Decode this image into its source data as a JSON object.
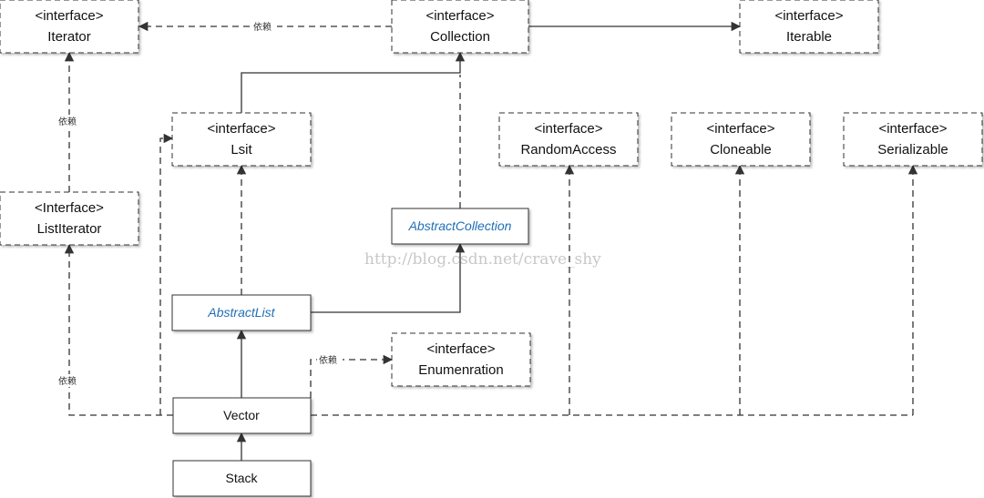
{
  "nodes": {
    "iterator": {
      "stereotype": "<interface>",
      "name": "Iterator"
    },
    "collection": {
      "stereotype": "<interface>",
      "name": "Collection"
    },
    "iterable": {
      "stereotype": "<interface>",
      "name": "Iterable"
    },
    "lsit": {
      "stereotype": "<interface>",
      "name": "Lsit"
    },
    "random_access": {
      "stereotype": "<interface>",
      "name": "RandomAccess"
    },
    "cloneable": {
      "stereotype": "<interface>",
      "name": "Cloneable"
    },
    "serializable": {
      "stereotype": "<interface>",
      "name": "Serializable"
    },
    "list_iterator": {
      "stereotype": "<Interface>",
      "name": "ListIterator"
    },
    "abstract_collection": {
      "name": "AbstractCollection"
    },
    "abstract_list": {
      "name": "AbstractList"
    },
    "enumeration": {
      "stereotype": "<interface>",
      "name": "Enumenration"
    },
    "vector": {
      "name": "Vector"
    },
    "stack": {
      "name": "Stack"
    }
  },
  "edge_labels": {
    "collection_to_iterator": "依赖",
    "listiterator_to_iterator": "依赖",
    "vector_to_listiterator": "依赖",
    "vector_to_enumeration": "依赖"
  },
  "watermark": "http://blog.csdn.net/crave_shy",
  "colors": {
    "abstract_text": "#1f6fb6",
    "node_fill": "#ffffff",
    "line": "#333333"
  }
}
